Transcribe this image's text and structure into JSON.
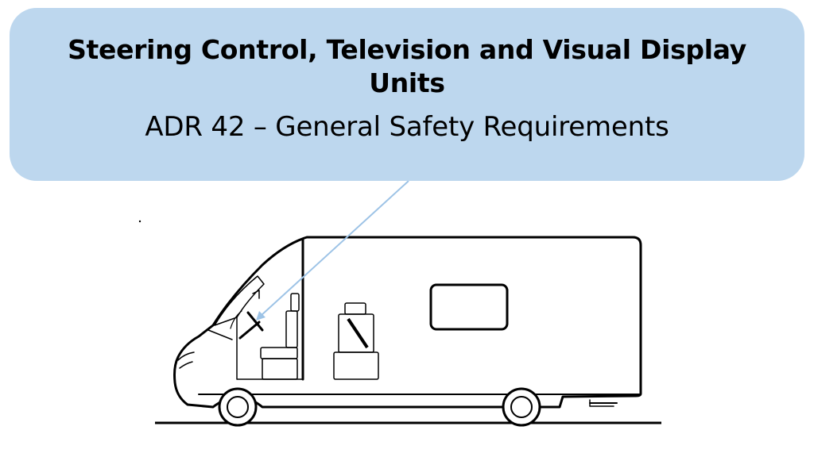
{
  "callout": {
    "title": "Steering Control, Television and Visual Display Units",
    "subtitle": "ADR 42 – General Safety Requirements"
  },
  "colors": {
    "callout_fill": "#bdd7ee",
    "pointer_line": "#9dc3e6",
    "drawing_stroke": "#000000"
  },
  "illustration": {
    "subject": "motorhome-side-view",
    "highlighted_part": "steering-wheel-icon"
  }
}
